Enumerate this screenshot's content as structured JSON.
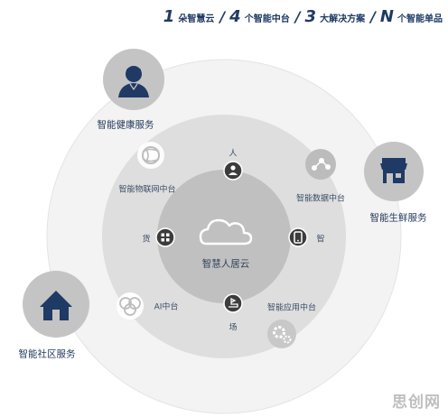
{
  "header": {
    "items": [
      {
        "num": "1",
        "text": "朵智慧云"
      },
      {
        "num": "4",
        "text": "个智能中台"
      },
      {
        "num": "3",
        "text": "大解决方案"
      },
      {
        "num": "N",
        "text": "个智能单品"
      }
    ],
    "separator": "/"
  },
  "center_label": "智慧人居云",
  "inner_nodes": {
    "person": "人",
    "goods": "货",
    "smart": "智",
    "place": "场"
  },
  "middle_platforms": {
    "iot": "智能物联网中台",
    "data": "智能数据中台",
    "ai": "AI中台",
    "app": "智能应用中台"
  },
  "solutions": {
    "health": "智能健康服务",
    "fresh": "智能生鲜服务",
    "community": "智能社区服务"
  },
  "watermark": "思创网",
  "colors": {
    "outer_ring": "#f1f1f1",
    "middle_ring": "#d9d9d9",
    "inner_ring": "#bdbdbd",
    "node_dark": "#3c3c3c",
    "solution_circle": "#c4c4c4",
    "solution_icon": "#1f3a64",
    "text_primary": "#243b5e"
  }
}
